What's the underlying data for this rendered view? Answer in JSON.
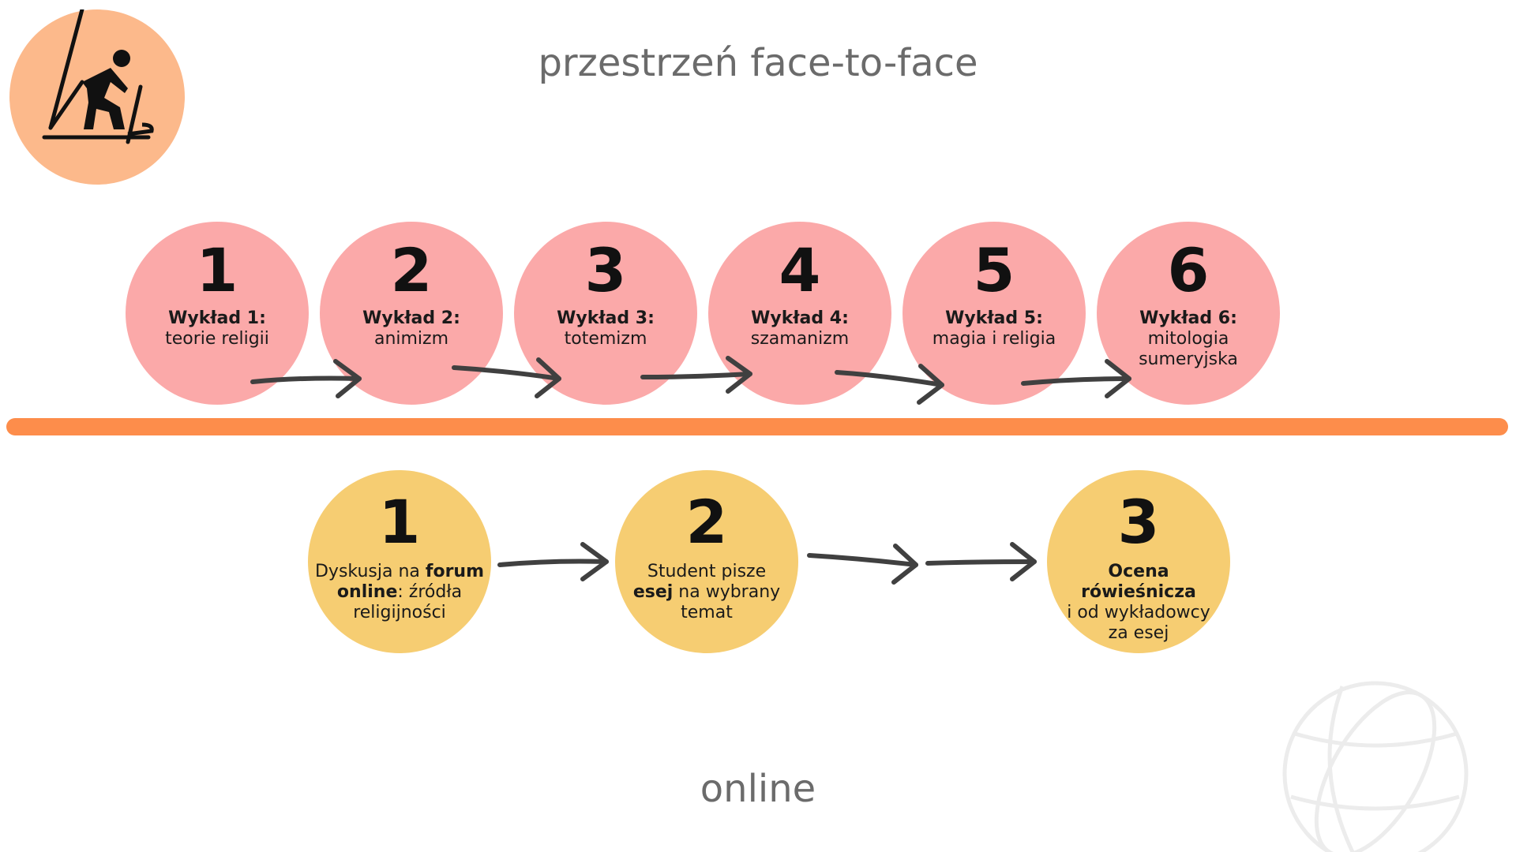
{
  "title_top": "przestrzeń face-to-face",
  "title_bottom": "online",
  "icons": {
    "logo": "skier-icon",
    "globe": "globe-icon"
  },
  "colors": {
    "logo_bg": "#fcb98b",
    "lecture_bg": "#fba9a9",
    "online_bg": "#f6cd72",
    "divider": "#fd8d4b",
    "arrow": "#404040",
    "heading": "#6b6b6b"
  },
  "lectures": [
    {
      "number": "1",
      "title": "Wykład 1:",
      "text": "teorie religii"
    },
    {
      "number": "2",
      "title": "Wykład 2:",
      "text": "animizm"
    },
    {
      "number": "3",
      "title": "Wykład 3:",
      "text": "totemizm"
    },
    {
      "number": "4",
      "title": "Wykład 4:",
      "text": "szamanizm"
    },
    {
      "number": "5",
      "title": "Wykład 5:",
      "text": "magia i religia"
    },
    {
      "number": "6",
      "title": "Wykład 6:",
      "text": "mitologia sumeryjska"
    }
  ],
  "online_steps": [
    {
      "number": "1",
      "line1_a": "Dyskusja na ",
      "line1_b": "forum",
      "line2_a": "online",
      "line2_b": ": źródła",
      "line3": "religijności"
    },
    {
      "number": "2",
      "line1": "Student pisze",
      "line2_a": "esej",
      "line2_b": " na wybrany",
      "line3": "temat"
    },
    {
      "number": "3",
      "line1_b": "Ocena rówieśnicza",
      "line2": "i od wykładowcy",
      "line3": "za esej"
    }
  ]
}
